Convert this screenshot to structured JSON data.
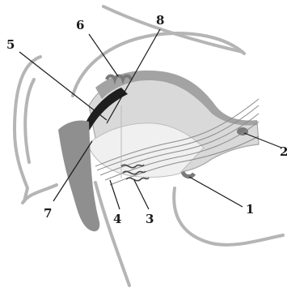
{
  "diagram": {
    "labels": [
      {
        "id": "l1",
        "text": "1"
      },
      {
        "id": "l2",
        "text": "2"
      },
      {
        "id": "l3",
        "text": "3"
      },
      {
        "id": "l4",
        "text": "4"
      },
      {
        "id": "l5",
        "text": "5"
      },
      {
        "id": "l6",
        "text": "6"
      },
      {
        "id": "l7",
        "text": "7"
      },
      {
        "id": "l8",
        "text": "8"
      }
    ]
  }
}
